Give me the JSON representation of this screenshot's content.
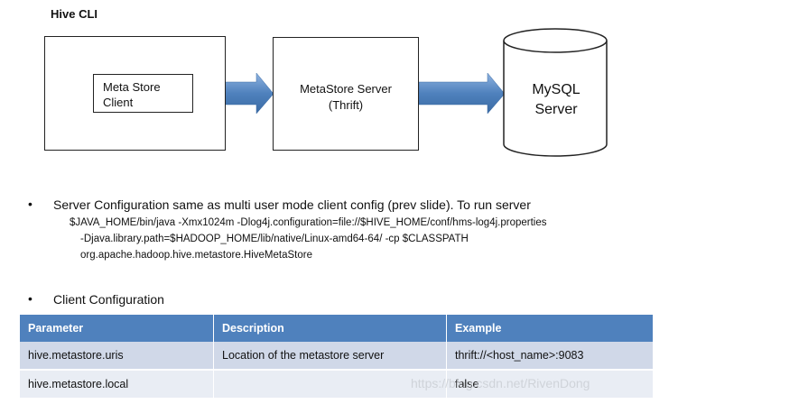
{
  "diagram": {
    "hive_cli_label": "Hive CLI",
    "client_lines": [
      "Meta Store",
      "Client"
    ],
    "server_lines": [
      "MetaStore Server",
      "(Thrift)"
    ],
    "mysql_lines": [
      "MySQL",
      "Server"
    ],
    "arrow_color": "#4f81bd"
  },
  "bullets": {
    "server": {
      "marker": "•",
      "text": "Server Configuration same as multi user mode client config (prev slide). To run server",
      "command_lines": [
        "$JAVA_HOME/bin/java -Xmx1024m -Dlog4j.configuration=file://$HIVE_HOME/conf/hms-log4j.properties",
        "-Djava.library.path=$HADOOP_HOME/lib/native/Linux-amd64-64/ -cp $CLASSPATH",
        "org.apache.hadoop.hive.metastore.HiveMetaStore"
      ]
    },
    "client": {
      "marker": "•",
      "text": "Client Configuration"
    }
  },
  "table": {
    "headers": [
      "Parameter",
      "Description",
      "Example"
    ],
    "rows": [
      [
        "hive.metastore.uris",
        "Location of the metastore server",
        "thrift://<host_name>:9083"
      ],
      [
        "hive.metastore.local",
        "",
        "false"
      ]
    ],
    "header_color": "#4f81bd"
  },
  "watermark": "https://blog.csdn.net/RivenDong"
}
